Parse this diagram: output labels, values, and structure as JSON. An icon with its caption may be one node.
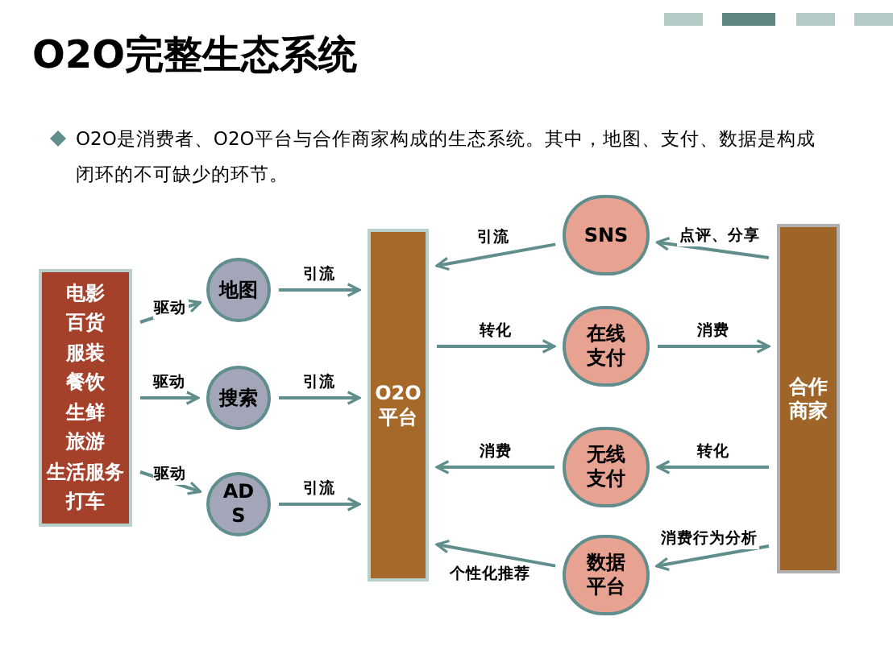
{
  "diagram": {
    "title": "O2O完整生态系统",
    "nodes": [
      {
        "text": [
          "电影",
          "百货",
          "服装",
          "餐饮",
          "生鲜",
          "旅游",
          "生活服务",
          "打车"
        ]
      },
      {
        "text": [
          "地图"
        ]
      },
      {
        "text": [
          "搜索"
        ]
      },
      {
        "text": [
          "ADS"
        ]
      },
      {
        "text": [
          "O2O平台"
        ]
      },
      {
        "text": [
          "SNS"
        ]
      },
      {
        "text": [
          "在线支付"
        ]
      },
      {
        "text": [
          "无线支付"
        ]
      },
      {
        "text": [
          "数据平台"
        ]
      },
      {
        "text": [
          "合作商家"
        ]
      }
    ],
    "edges": [
      {
        "from": 0,
        "to": 1,
        "arrow": "to",
        "label": "驱动"
      },
      {
        "from": 0,
        "to": 2,
        "arrow": "to",
        "label": "驱动"
      },
      {
        "from": 0,
        "to": 3,
        "arrow": "to",
        "label": "驱动"
      },
      {
        "from": 1,
        "to": 4,
        "arrow": "to",
        "label": "引流"
      },
      {
        "from": 2,
        "to": 4,
        "arrow": "to",
        "label": "引流"
      },
      {
        "from": 3,
        "to": 4,
        "arrow": "to",
        "label": "引流"
      },
      {
        "from": 5,
        "to": 4,
        "arrow": "to",
        "label": "引流"
      },
      {
        "from": 4,
        "to": 6,
        "arrow": "to",
        "label": "转化"
      },
      {
        "from": 6,
        "to": 9,
        "arrow": "to",
        "label": "消费"
      },
      {
        "from": 9,
        "to": 5,
        "arrow": "to",
        "label": "点评、分享"
      },
      {
        "from": 7,
        "to": 4,
        "arrow": "to",
        "label": "消费"
      },
      {
        "from": 9,
        "to": 7,
        "arrow": "to",
        "label": "转化"
      },
      {
        "from": 8,
        "to": 4,
        "arrow": "to",
        "label": "个性化推荐"
      },
      {
        "from": 9,
        "to": 8,
        "arrow": "to",
        "label": "消费行为分析"
      }
    ],
    "labels": [
      "O2O是消费者、O2O平台与合作商家构成的生态系统。其中，地图、支付、数据是构成闭环的不可缺少的环节。"
    ]
  }
}
